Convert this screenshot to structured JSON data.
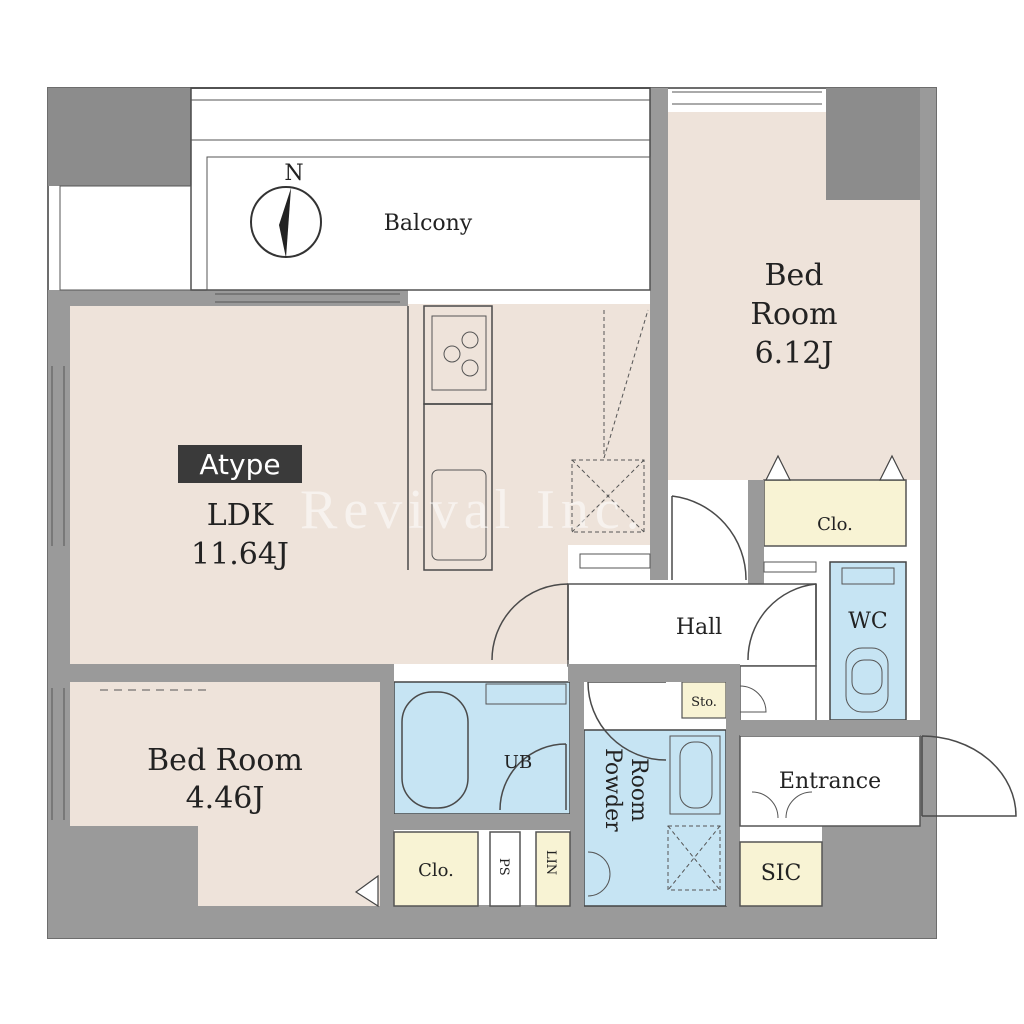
{
  "plan": {
    "type_badge": "Atype",
    "compass_north": "N",
    "watermark": "Revival Inc.",
    "rooms": {
      "balcony": "Balcony",
      "ldk_name": "LDK",
      "ldk_size": "11.64J",
      "bedroom1_line1": "Bed",
      "bedroom1_line2": "Room",
      "bedroom1_size": "6.12J",
      "bedroom2_name": "Bed Room",
      "bedroom2_size": "4.46J",
      "hall": "Hall",
      "wc": "WC",
      "ub": "UB",
      "powder_line1": "Powder",
      "powder_line2": "Room",
      "entrance": "Entrance",
      "sic": "SIC",
      "closet_bed1": "Clo.",
      "closet_bed2": "Clo.",
      "ps": "PS",
      "lin": "LIN",
      "storage": "Sto."
    },
    "colors": {
      "room": "#eee3da",
      "wet_area": "#c6e4f3",
      "storage": "#f8f3d4",
      "wall": "#8c8c8c",
      "badge": "#3a3a3a"
    }
  }
}
